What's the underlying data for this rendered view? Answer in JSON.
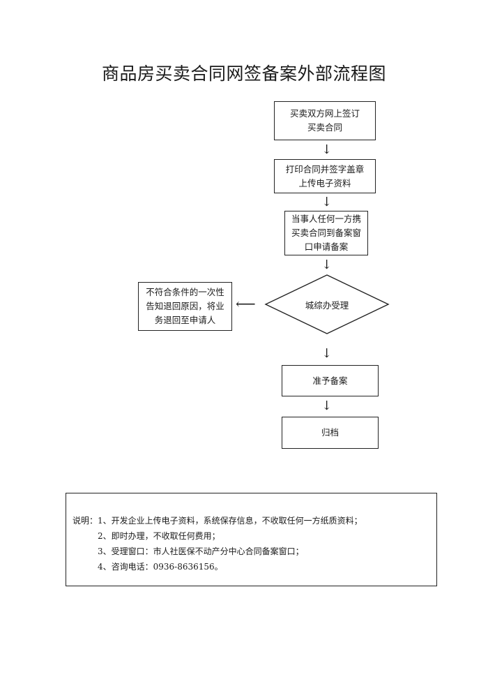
{
  "title": "商品房买卖合同网签备案外部流程图",
  "flow": {
    "step1": "买卖双方网上签订\n买卖合同",
    "step2": "打印合同并签字盖章\n上传电子资料",
    "step3": "当事人任何一方携\n买卖合同到备案窗\n口申请备案",
    "decision": "城综办受理",
    "reject": "不符合条件的一次性\n告知退回原因，将业\n务退回至申请人",
    "step4": "准予备案",
    "step5": "归档"
  },
  "notes": {
    "prefix": "说明：",
    "lines": [
      "1、开发企业上传电子资料，系统保存信息，不收取任何一方纸质资料；",
      "2、即时办理，不收取任何费用；",
      "3、受理窗口：市人社医保不动产分中心合同备案窗口；",
      "4、咨询电话：0936-8636156。"
    ]
  }
}
